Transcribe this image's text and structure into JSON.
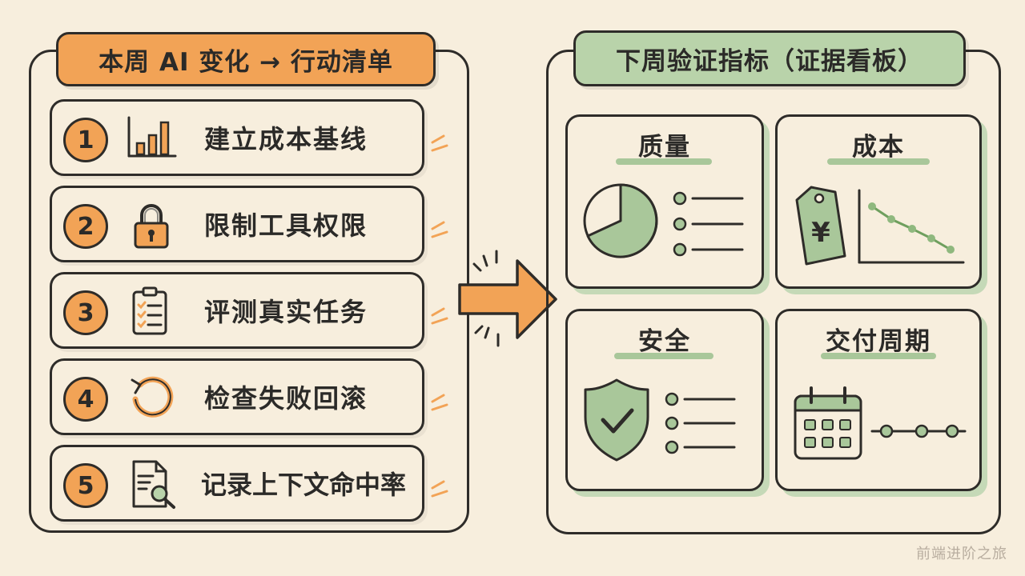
{
  "left_panel": {
    "title": "本周 AI 变化 → 行动清单",
    "tasks": [
      {
        "number": "1",
        "label": "建立成本基线",
        "icon": "bar-chart-icon"
      },
      {
        "number": "2",
        "label": "限制工具权限",
        "icon": "lock-icon"
      },
      {
        "number": "3",
        "label": "评测真实任务",
        "icon": "clipboard-checklist-icon"
      },
      {
        "number": "4",
        "label": "检查失败回滚",
        "icon": "rollback-arrow-icon"
      },
      {
        "number": "5",
        "label": "记录上下文命中率",
        "icon": "document-search-icon"
      }
    ]
  },
  "right_panel": {
    "title": "下周验证指标（证据看板）",
    "metrics": [
      {
        "title": "质量",
        "icon": "pie-chart-icon"
      },
      {
        "title": "成本",
        "icon": "yen-price-tag-icon"
      },
      {
        "title": "安全",
        "icon": "shield-check-icon"
      },
      {
        "title": "交付周期",
        "icon": "calendar-icon"
      }
    ]
  },
  "watermark": "前端进阶之旅",
  "colors": {
    "orange": "#f2a356",
    "green": "#b9d3aa",
    "green_dark": "#8fb87e",
    "ink": "#2e2c29",
    "background": "#f7eedd"
  }
}
